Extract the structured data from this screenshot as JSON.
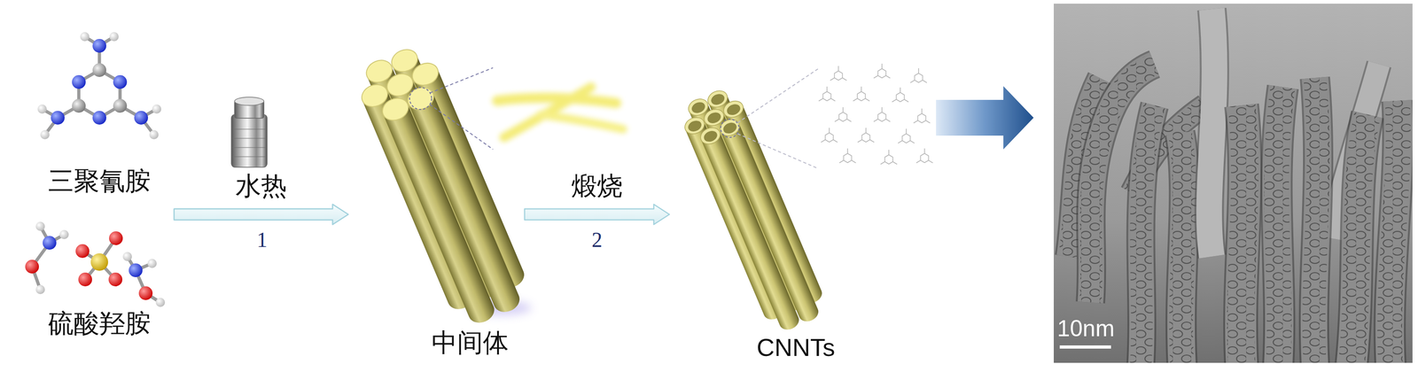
{
  "diagram": {
    "nodes": [
      {
        "text": [
          "三聚氰胺"
        ]
      },
      {
        "text": [
          "硫酸羟胺"
        ]
      },
      {
        "text": [
          "中间体"
        ]
      },
      {
        "text": [
          "CNNTs"
        ]
      }
    ],
    "edges": [
      {
        "from": 0,
        "to": 2,
        "arrow": "to",
        "label": "水热"
      },
      {
        "from": 1,
        "to": 2,
        "arrow": "to"
      },
      {
        "from": 2,
        "to": 3,
        "arrow": "to",
        "label": "煅烧"
      }
    ],
    "labels": [
      "1",
      "2",
      "10nm"
    ]
  }
}
